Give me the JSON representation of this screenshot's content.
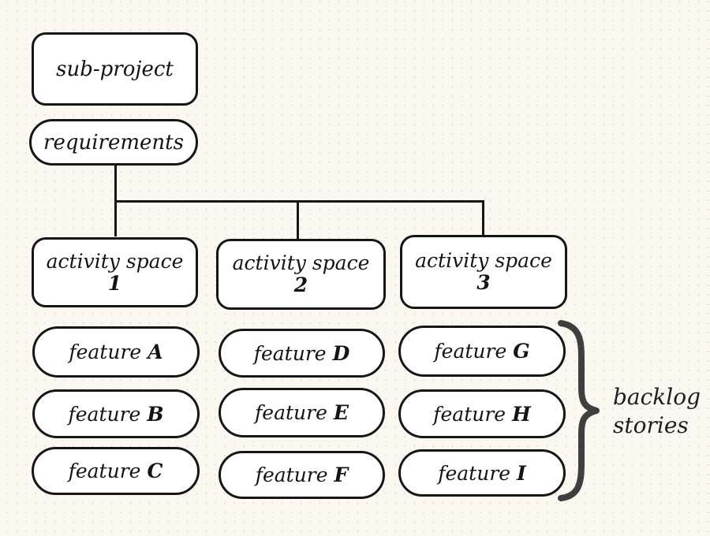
{
  "colors": {
    "background": "#faf8f1",
    "dot": "#e9e4d6",
    "node_fill": "#ffffff",
    "node_border": "#161616",
    "brace": "#3f3f3f",
    "text": "#141414"
  },
  "diagram": {
    "root": {
      "label": "sub-project"
    },
    "requirements": {
      "label": "requirements"
    },
    "activity_spaces": [
      {
        "name": "activity space",
        "number": "1"
      },
      {
        "name": "activity space",
        "number": "2"
      },
      {
        "name": "activity space",
        "number": "3"
      }
    ],
    "features": [
      {
        "word": "feature",
        "letter": "A"
      },
      {
        "word": "feature",
        "letter": "B"
      },
      {
        "word": "feature",
        "letter": "C"
      },
      {
        "word": "feature",
        "letter": "D"
      },
      {
        "word": "feature",
        "letter": "E"
      },
      {
        "word": "feature",
        "letter": "F"
      },
      {
        "word": "feature",
        "letter": "G"
      },
      {
        "word": "feature",
        "letter": "H"
      },
      {
        "word": "feature",
        "letter": "I"
      }
    ],
    "annotation": {
      "line1": "backlog",
      "line2": "stories"
    }
  }
}
